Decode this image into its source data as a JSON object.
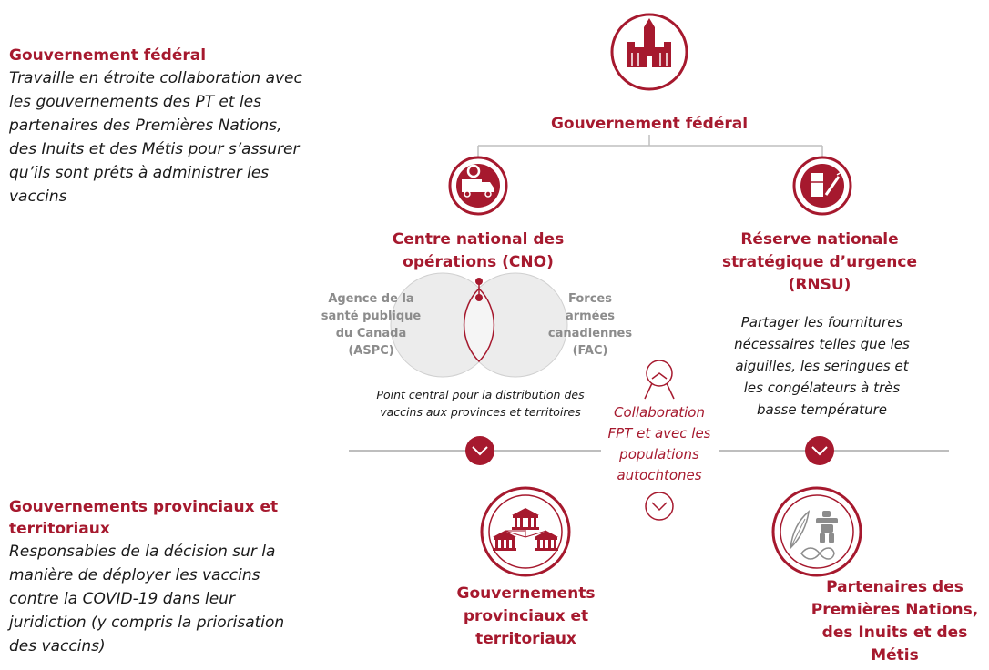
{
  "federal_left": {
    "heading": "Gouvernement fédéral",
    "lines": [
      "Travaille en étroite collaboration avec",
      "les gouvernements des PT et les",
      "partenaires des Premières Nations,",
      "des Inuits et des Métis pour s’assurer",
      "qu’ils sont prêts à administrer les",
      "vaccins"
    ]
  },
  "pt_left": {
    "heading_lines": [
      "Gouvernements provinciaux et",
      "territoriaux"
    ],
    "lines": [
      "Responsables de la décision sur la",
      "manière de déployer les vaccins",
      "contre la COVID-19 dans leur",
      "juridiction (y compris la priorisation",
      "des vaccins)"
    ]
  },
  "top_node": {
    "title": "Gouvernement fédéral",
    "icon": "parliament-icon"
  },
  "cno": {
    "title_lines": [
      "Centre national des",
      "opérations (CNO)"
    ],
    "icon": "truck-gear-icon",
    "venn_left": [
      "Agence de la",
      "santé publique",
      "du Canada",
      "(ASPC)"
    ],
    "venn_right": [
      "Forces",
      "armées",
      "canadiennes",
      "(FAC)"
    ],
    "desc_lines": [
      "Point central pour la distribution des",
      "vaccins aux provinces et territoires"
    ]
  },
  "rnsu": {
    "title_lines": [
      "Réserve nationale",
      "stratégique d’urgence",
      "(RNSU)"
    ],
    "icon": "freezer-syringe-icon",
    "desc_lines": [
      "Partager les fournitures",
      "nécessaires telles que les",
      "aiguilles, les seringues et",
      "les congélateurs à très",
      "basse température"
    ]
  },
  "collab": {
    "lines": [
      "Collaboration",
      "FPT et avec les",
      "populations",
      "autochtones"
    ],
    "icon": "collaboration-icon"
  },
  "pt_node": {
    "title_lines": [
      "Gouvernements",
      "provinciaux et",
      "territoriaux"
    ],
    "icon": "government-buildings-icon"
  },
  "indigenous_node": {
    "title_lines": [
      "Partenaires des",
      "Premières Nations,",
      "des Inuits et des",
      "Métis"
    ],
    "icon": "feather-inukshuk-infinity-icon"
  },
  "colors": {
    "accent": "#a6192e",
    "gray_text": "#8c8c8c",
    "line": "#bfbfbf"
  }
}
